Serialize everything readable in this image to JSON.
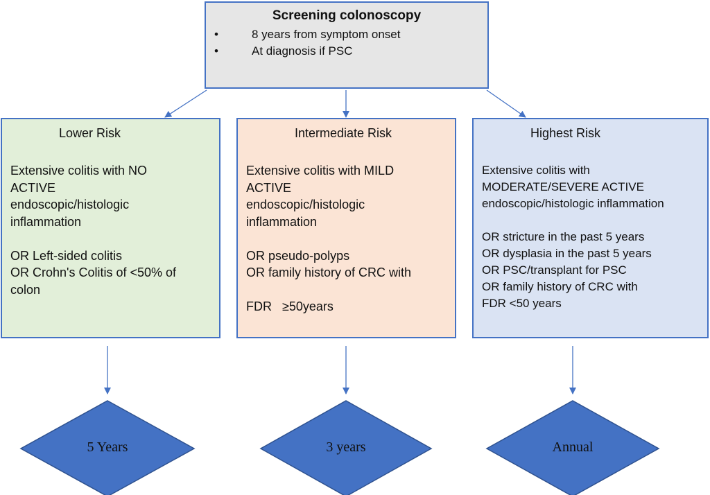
{
  "top": {
    "title": "Screening colonoscopy",
    "bullet_char": "•",
    "bullets": [
      "8 years from symptom onset",
      "At diagnosis if PSC"
    ]
  },
  "risks": [
    {
      "title": "Lower Risk",
      "text": "Extensive colitis with NO\nACTIVE\nendoscopic/histologic\ninflammation\n\nOR Left-sided colitis\nOR Crohn's Colitis of <50% of\ncolon",
      "outcome": "5 Years"
    },
    {
      "title": "Intermediate Risk",
      "text": "Extensive colitis with MILD\nACTIVE\nendoscopic/histologic\ninflammation\n\nOR pseudo-polyps\nOR family history of CRC with\n\nFDR   ≥50years",
      "outcome": "3 years"
    },
    {
      "title": "Highest Risk",
      "text": "Extensive colitis with\nMODERATE/SEVERE ACTIVE\nendoscopic/histologic inflammation\n\nOR stricture in the past 5 years\nOR dysplasia in the past 5 years\nOR PSC/transplant for PSC\nOR family history of CRC with\nFDR <50 years",
      "outcome": "Annual"
    }
  ],
  "colors": {
    "border": "#4472c4",
    "diamond_fill": "#4472c4",
    "diamond_stroke": "#2f528f",
    "top_fill": "#e6e6e6",
    "lower_fill": "#e2efd9",
    "intermediate_fill": "#fbe4d5",
    "highest_fill": "#dae3f3"
  }
}
